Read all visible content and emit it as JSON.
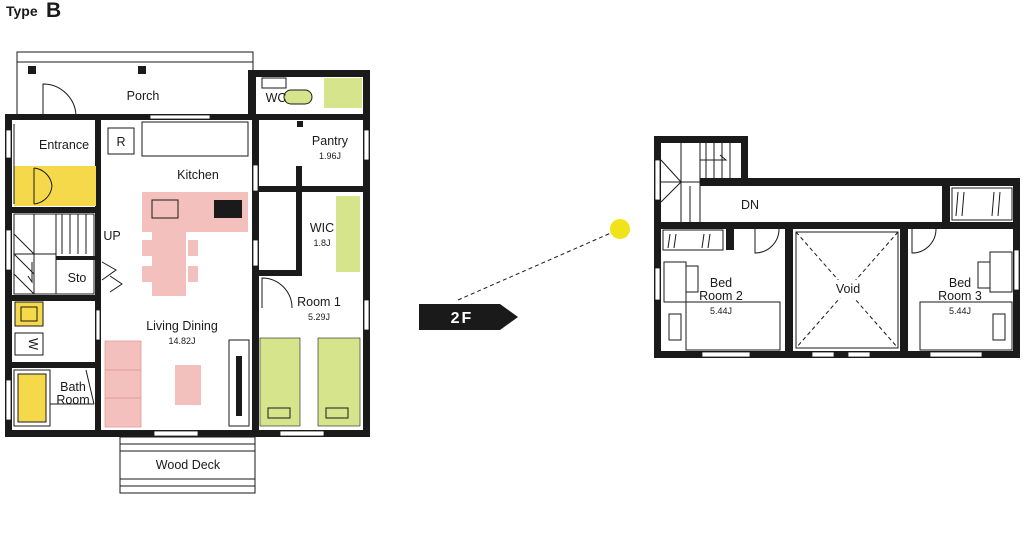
{
  "title": {
    "prefix": "Type",
    "letter": "B"
  },
  "floor1": {
    "rooms": {
      "porch": "Porch",
      "wc": "WC",
      "pantry": "Pantry",
      "pantry_area": "1.96J",
      "entrance": "Entrance",
      "refrigerator": "R",
      "kitchen": "Kitchen",
      "wic": "WIC",
      "wic_area": "1.8J",
      "up": "UP",
      "storage": "Sto",
      "room1": "Room 1",
      "room1_area": "5.29J",
      "living_dining": "Living Dining",
      "living_dining_area": "14.82J",
      "washer": "W",
      "bath_line1": "Bath",
      "bath_line2": "Room",
      "wood_deck": "Wood Deck"
    }
  },
  "floor_tag": "2F",
  "floor2": {
    "rooms": {
      "dn": "DN",
      "bed2_line1": "Bed",
      "bed2_line2": "Room 2",
      "bed2_area": "5.44J",
      "void": "Void",
      "bed3_line1": "Bed",
      "bed3_line2": "Room 3",
      "bed3_area": "5.44J"
    }
  },
  "colors": {
    "wall": "#1a1a1a",
    "yellow": "#f5d94a",
    "green": "#d6e58c",
    "pink": "#f4c0bd",
    "tag": "#1a1a1a",
    "marker": "#f0e31a"
  }
}
